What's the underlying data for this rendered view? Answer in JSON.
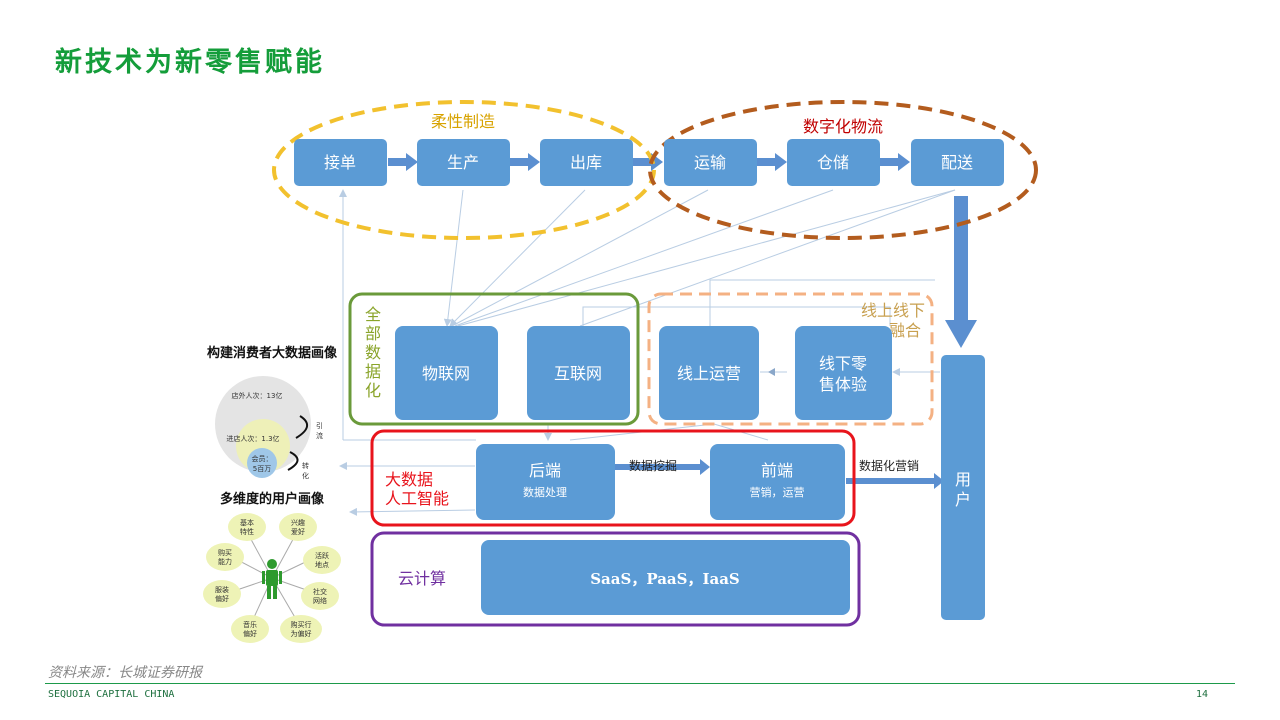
{
  "page": {
    "title": "新技术为新零售赋能",
    "source": "资料来源：长城证券研报",
    "footer_left": "SEQUOIA CAPITAL CHINA",
    "page_number": "14"
  },
  "supply_chain": {
    "group_flexible": "柔性制造",
    "group_logistics": "数字化物流",
    "steps": [
      "接单",
      "生产",
      "出库",
      "运输",
      "仓储",
      "配送"
    ]
  },
  "digitization": {
    "label": [
      "全",
      "部",
      "数",
      "据",
      "化"
    ],
    "iot": "物联网",
    "internet": "互联网"
  },
  "omni": {
    "label_line1": "线上线下",
    "label_line2": "融合",
    "online_ops": "线上运营",
    "offline_line1": "线下零",
    "offline_line2": "售体验"
  },
  "bigdata": {
    "label_line1": "大数据",
    "label_line2": "人工智能",
    "backend": "后端",
    "backend_sub": "数据处理",
    "mining": "数据挖掘",
    "frontend": "前端",
    "frontend_sub": "营销，运营",
    "digital_marketing": "数据化营销"
  },
  "cloud": {
    "label": "云计算",
    "services": "SaaS，PaaS，IaaS"
  },
  "user": {
    "line1": "用",
    "line2": "户"
  },
  "consumer": {
    "title": "构建消费者大数据画像",
    "outer_ring": "店外人次：13亿",
    "middle_ring": "进店人次：1.3亿",
    "inner_line1": "会员：",
    "inner_line2": "5百万",
    "guide_line1": "引",
    "guide_line2": "流",
    "convert_line1": "转",
    "convert_line2": "化",
    "profile_title": "多维度的用户画像",
    "bubbles": [
      [
        "基本",
        "特性"
      ],
      [
        "兴趣",
        "爱好"
      ],
      [
        "购买",
        "能力"
      ],
      [
        "活跃",
        "地点"
      ],
      [
        "服装",
        "偏好"
      ],
      [
        "社交",
        "网络"
      ],
      [
        "音乐",
        "偏好"
      ],
      [
        "购买行",
        "为偏好"
      ]
    ]
  },
  "colors": {
    "title_green": "#149d3a",
    "box_blue": "#5b9bd5",
    "yellow_dash": "#f2c12e",
    "brown_dash": "#b35c1e",
    "green_border": "#6a9a3a",
    "orange_dash": "#f4b183",
    "red_border": "#e8141c",
    "purple_border": "#7030a0"
  }
}
